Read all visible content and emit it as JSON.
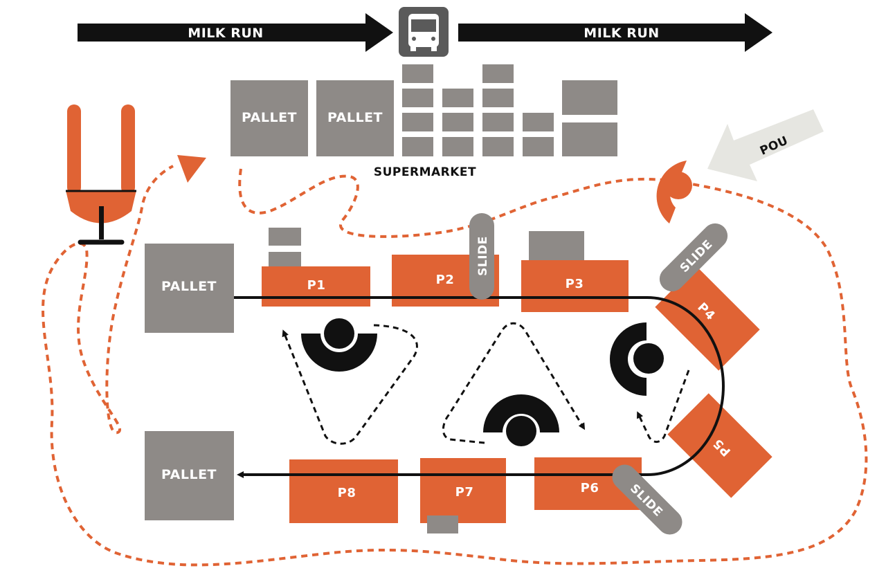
{
  "colors": {
    "orange": "#E06334",
    "gray": "#8E8A87",
    "light_gray": "#E6E6E1",
    "black": "#111111",
    "bus_box": "#5A5A5A"
  },
  "milk_run": {
    "left_label": "MILK RUN",
    "right_label": "MILK RUN",
    "icon": "bus-icon"
  },
  "supermarket": {
    "label": "SUPERMARKET",
    "pallet_1": "PALLET",
    "pallet_2": "PALLET"
  },
  "pou": {
    "label": "POU"
  },
  "pallets": {
    "input": "PALLET",
    "output": "PALLET"
  },
  "processes": {
    "p1": "P1",
    "p2": "P2",
    "p3": "P3",
    "p4": "P4",
    "p5": "P5",
    "p6": "P6",
    "p7": "P7",
    "p8": "P8"
  },
  "slides": {
    "slide_1": "SLIDE",
    "slide_2": "SLIDE",
    "slide_3": "SLIDE"
  },
  "icons": [
    "bus-icon",
    "forklift-icon",
    "operator-icon"
  ]
}
